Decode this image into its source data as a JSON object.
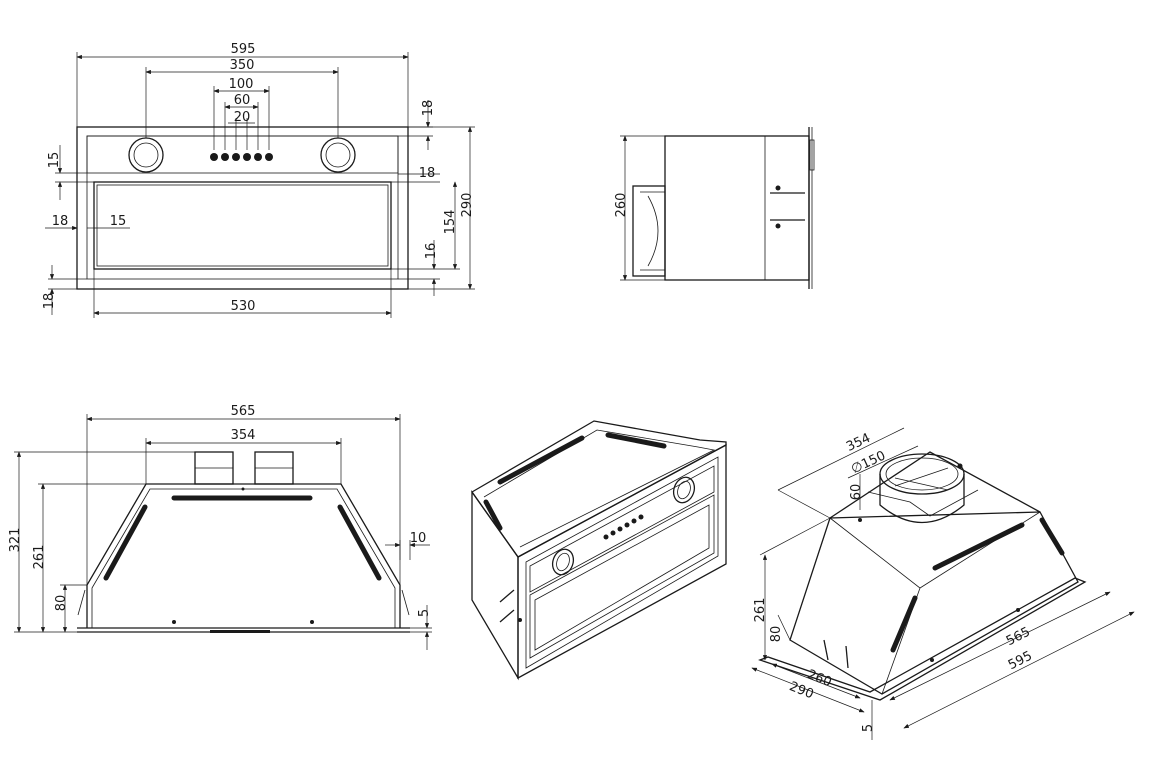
{
  "front_view": {
    "overall_width": "595",
    "motor_spacing": "350",
    "buttons_span": "100",
    "buttons_60": "60",
    "buttons_20": "20",
    "top_frame": "18",
    "left_panel_15": "15",
    "right_frame_18": "18",
    "left_frame_18": "18",
    "inner_15": "15",
    "filter_height": "154",
    "overall_height": "290",
    "bottom_16": "16",
    "bottom_frame_18": "18",
    "filter_width": "530"
  },
  "side_view": {
    "height": "260"
  },
  "rear_view": {
    "body_width": "565",
    "duct_spacing": "354",
    "overall_height": "321",
    "body_height": "261",
    "lower_80": "80",
    "flange_10": "10",
    "flange_5": "5"
  },
  "iso_view": {
    "duct_spacing": "354",
    "outlet_diameter": "∅150",
    "collar_height": "60",
    "height": "261",
    "lower_80": "80",
    "depth": "260",
    "overall_depth": "290",
    "width": "565",
    "overall_width": "595",
    "flange_5": "5"
  }
}
